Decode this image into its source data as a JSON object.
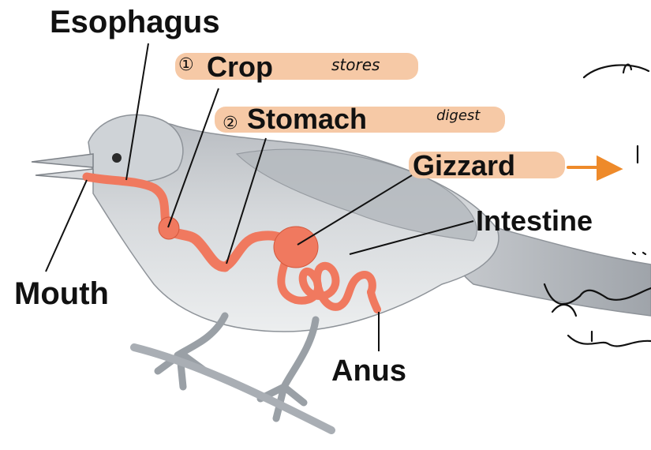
{
  "labels": {
    "esophagus": "Esophagus",
    "crop": "Crop",
    "stomach": "Stomach",
    "gizzard": "Gizzard",
    "intestine": "Intestine",
    "mouth": "Mouth",
    "anus": "Anus"
  },
  "annotations": {
    "crop_number": "①",
    "crop_note": "stores",
    "stomach_number": "②",
    "stomach_note": "digest"
  },
  "colors": {
    "highlight": "#f6c9a6",
    "digestive_tract": "#f0795f",
    "arrow_orange": "#ee8a2a",
    "bird_body": "#d9dcdf",
    "line": "#111111"
  }
}
